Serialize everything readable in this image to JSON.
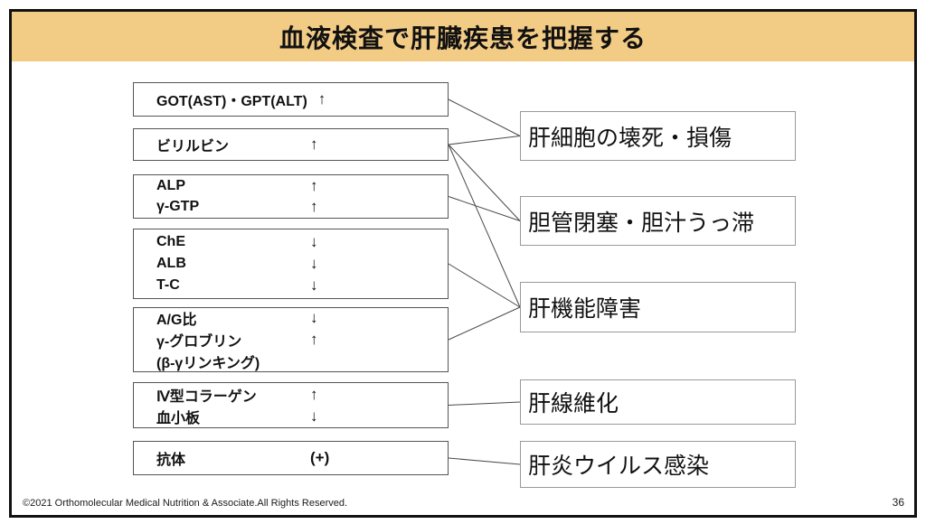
{
  "title": "血液検査で肝臓疾患を把握する",
  "colors": {
    "title_bg": "#F2CB85",
    "frame": "#111111",
    "left_box_border": "#555555",
    "right_box_border": "#999999",
    "connector": "#4a4a4a"
  },
  "left_boxes": [
    {
      "rows": [
        {
          "label": "GOT(AST)・GPT(ALT)",
          "value": "↑"
        }
      ]
    },
    {
      "rows": [
        {
          "label": "ビリルビン",
          "value": "↑"
        }
      ]
    },
    {
      "rows": [
        {
          "label": "ALP",
          "value": "↑"
        },
        {
          "label": "γ-GTP",
          "value": "↑"
        }
      ]
    },
    {
      "rows": [
        {
          "label": "ChE",
          "value": "↓"
        },
        {
          "label": "ALB",
          "value": "↓"
        },
        {
          "label": "T-C",
          "value": "↓"
        }
      ]
    },
    {
      "rows": [
        {
          "label": "A/G比",
          "value": "↓"
        },
        {
          "label": "γ-グロブリン",
          "value": "↑"
        },
        {
          "label": "(β-γリンキング)",
          "value": ""
        }
      ]
    },
    {
      "rows": [
        {
          "label": "Ⅳ型コラーゲン",
          "value": "↑"
        },
        {
          "label": "血小板",
          "value": "↓"
        }
      ]
    },
    {
      "rows": [
        {
          "label": "抗体",
          "value": "(+)"
        }
      ]
    }
  ],
  "right_boxes": [
    {
      "label": "肝細胞の壊死・損傷"
    },
    {
      "label": "胆管閉塞・胆汁うっ滞"
    },
    {
      "label": "肝機能障害"
    },
    {
      "label": "肝線維化"
    },
    {
      "label": "肝炎ウイルス感染"
    }
  ],
  "connections": [
    [
      0,
      0
    ],
    [
      1,
      0
    ],
    [
      1,
      1
    ],
    [
      1,
      2
    ],
    [
      2,
      1
    ],
    [
      3,
      2
    ],
    [
      4,
      2
    ],
    [
      5,
      3
    ],
    [
      6,
      4
    ]
  ],
  "footer": {
    "copyright": "©2021 Orthomolecular Medical Nutrition & Associate.All Rights Reserved.",
    "page_number": "36"
  }
}
